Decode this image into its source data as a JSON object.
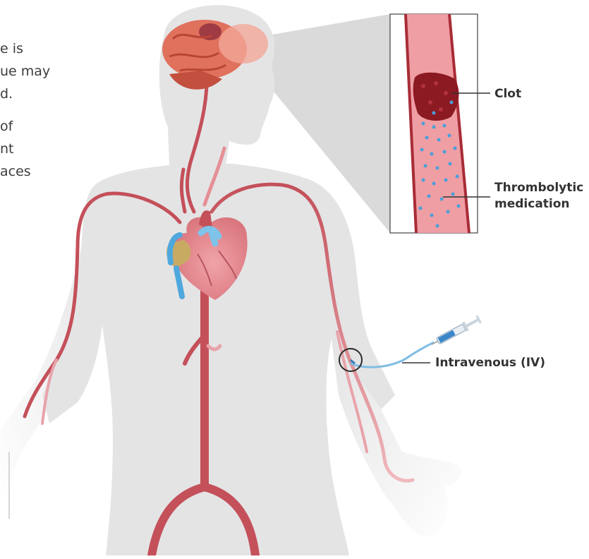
{
  "text_fragments": [
    "e is",
    "ue may",
    "d.",
    "of",
    "nt",
    "aces"
  ],
  "labels": {
    "clot": "Clot",
    "thrombolytic_line1": "Thrombolytic",
    "thrombolytic_line2": "medication",
    "iv": "Intravenous (IV)"
  },
  "colors": {
    "body_silhouette": "#e4e4e5",
    "artery": "#c4505a",
    "artery_light": "#e58f96",
    "clot": "#8c1a22",
    "medication_dots": "#4a9fd8",
    "vein": "#4fa8dc",
    "brain": "#e0715d",
    "label_text": "#333333"
  }
}
